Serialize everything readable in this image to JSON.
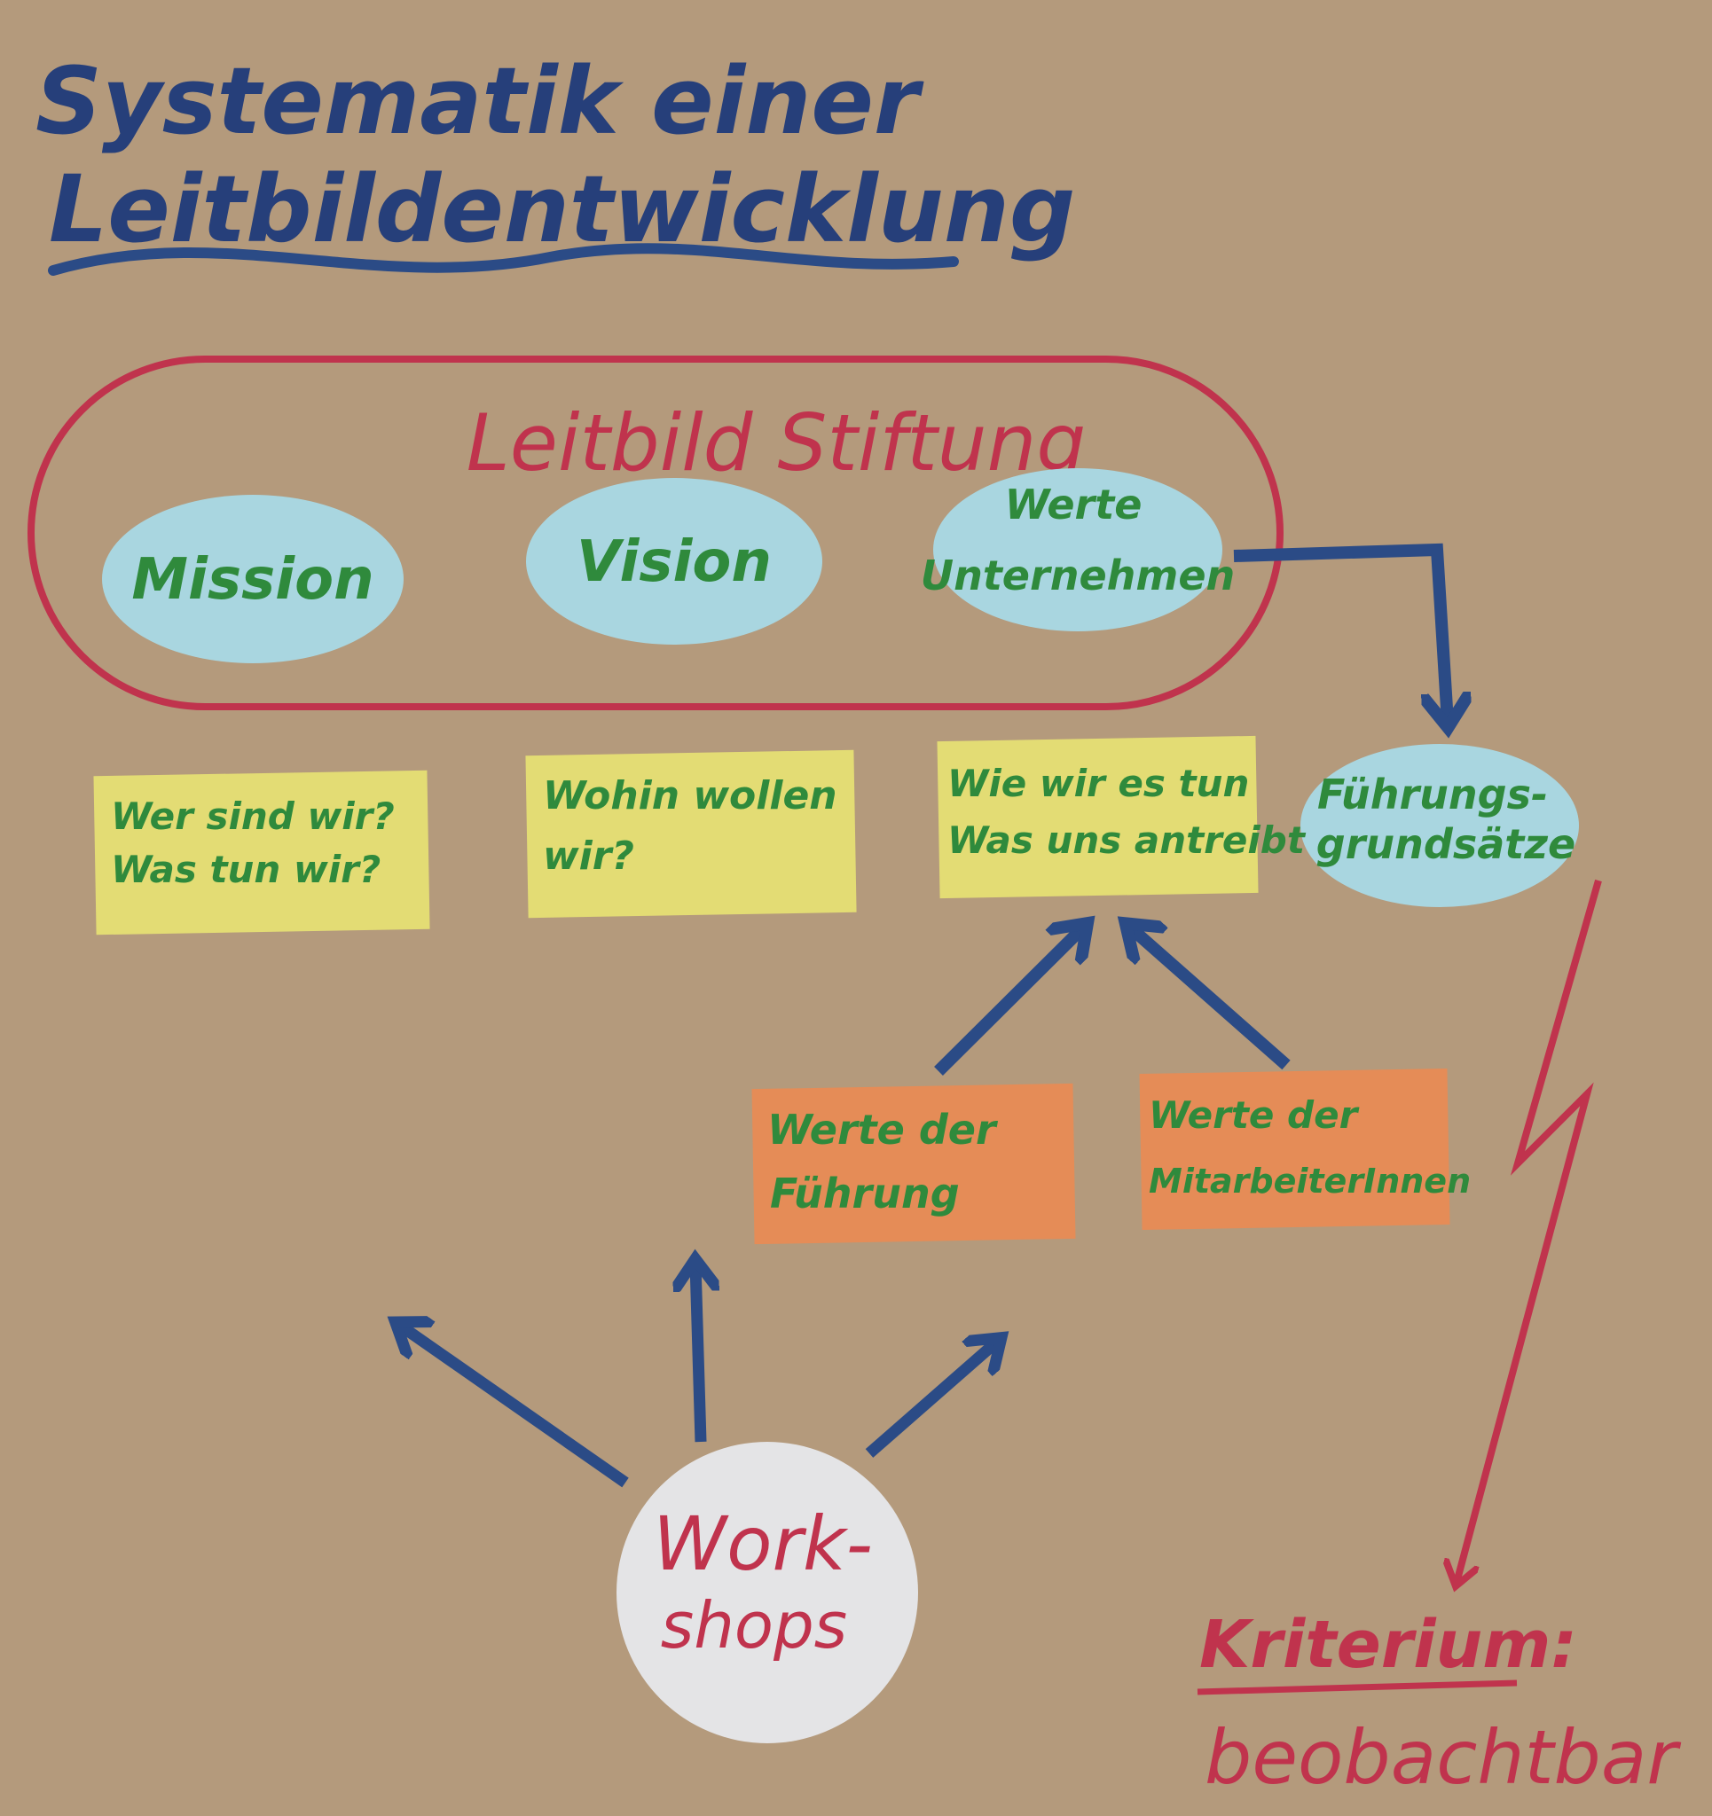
{
  "title": {
    "line1": "Systematik einer",
    "line2": "Leitbildentwicklung"
  },
  "group": {
    "label": "Leitbild Stiftung"
  },
  "ellipses": {
    "mission": "Mission",
    "vision": "Vision",
    "werte_line1": "Werte",
    "werte_line2": "Unternehmen",
    "fuehrung_line1": "Führungs-",
    "fuehrung_line2": "grundsätze"
  },
  "notes": {
    "wer_line1": "Wer sind wir?",
    "wer_line2": "Was tun wir?",
    "wohin_line1": "Wohin wollen",
    "wohin_line2": "wir?",
    "wie_line1": "Wie wir es tun",
    "wie_line2": "Was uns antreibt",
    "werte_fuehrung_line1": "Werte der",
    "werte_fuehrung_line2": "Führung",
    "werte_ma_line1": "Werte der",
    "werte_ma_line2": "MitarbeiterInnen"
  },
  "workshops": {
    "line1": "Work-",
    "line2": "shops"
  },
  "criterion": {
    "line1": "Kriterium:",
    "line2": "beobachtbar"
  },
  "colors": {
    "paper": "#b49a7c",
    "blue_marker": "#2b4b86",
    "red_marker": "#c0334d",
    "green_marker": "#2f8a3c",
    "light_blue_card": "#a9d6e0",
    "yellow_card": "#e3dc74",
    "orange_card": "#e58c57",
    "white_card": "#e4e4e6"
  }
}
